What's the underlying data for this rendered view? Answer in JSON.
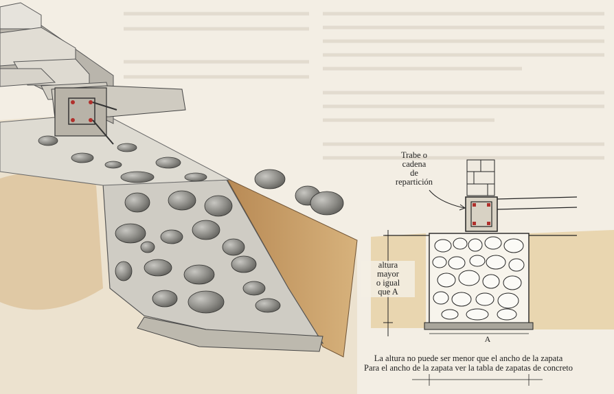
{
  "labels": {
    "trabe": [
      "Trabe o",
      "cadena",
      "de",
      "repartición"
    ],
    "altura": [
      "altura",
      "mayor",
      "o igual",
      "que A"
    ],
    "dimension_a": "A"
  },
  "captions": [
    "La altura no puede ser menor que el ancho de la zapata",
    "Para el ancho de la zapata ver la tabla de zapatas de concreto"
  ],
  "colors": {
    "paper": "#f3eee4",
    "soil": "#c9a26a",
    "soil_light": "#e6d2ad",
    "concrete": "#d8d6d0",
    "stone": "#8d8c88",
    "rebar": "#b0302c",
    "ink": "#1e1e1e"
  }
}
